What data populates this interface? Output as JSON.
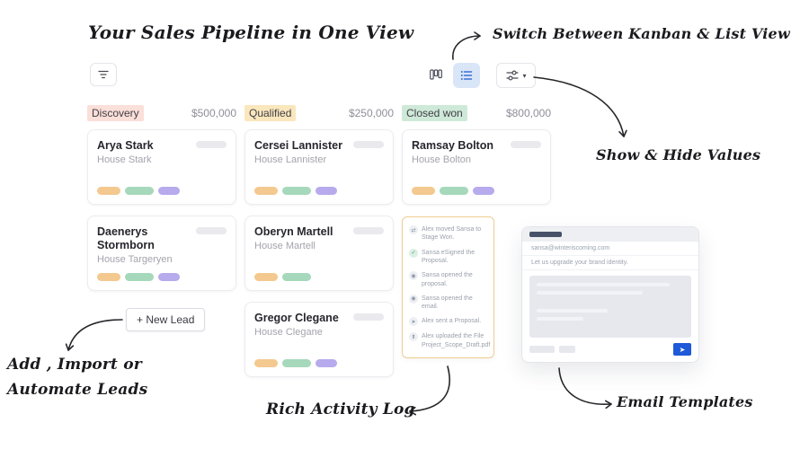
{
  "annotations": {
    "title": "Your Sales Pipeline in One View",
    "switch_view": "Switch Between Kanban & List View",
    "show_hide_values": "Show & Hide Values",
    "add_leads_line1": "Add , Import or",
    "add_leads_line2": "Automate Leads",
    "rich_activity_log": "Rich Activity Log",
    "email_templates": "Email Templates"
  },
  "colors": {
    "discovery_label_bg": "#fbdfd9",
    "qualified_label_bg": "#fbe7bd",
    "closed_won_label_bg": "#cfe9d9",
    "active_view_bg": "#d9e6f8",
    "active_view_icon": "#3a6fd8",
    "pill_orange": "#f3c98f",
    "pill_green": "#a6d8bb",
    "pill_purple": "#b7abed",
    "activity_border": "#f0cc90",
    "send_button": "#1d59d8"
  },
  "icons": {
    "caret": "▾",
    "move": "⇄",
    "check": "✓",
    "eye": "◉",
    "send": "➤",
    "file": "⬆"
  },
  "board": {
    "columns": [
      {
        "label": "Discovery",
        "value": "$500,000",
        "cards": [
          {
            "name": "Arya Stark",
            "subtitle": "House Stark"
          },
          {
            "name": "Daenerys Stormborn",
            "subtitle": "House Targeryen"
          }
        ]
      },
      {
        "label": "Qualified",
        "value": "$250,000",
        "cards": [
          {
            "name": "Cersei Lannister",
            "subtitle": "House Lannister"
          },
          {
            "name": "Oberyn Martell",
            "subtitle": "House Martell"
          },
          {
            "name": "Gregor Clegane",
            "subtitle": "House Clegane"
          }
        ]
      },
      {
        "label": "Closed won",
        "value": "$800,000",
        "cards": [
          {
            "name": "Ramsay Bolton",
            "subtitle": "House Bolton"
          }
        ]
      }
    ]
  },
  "buttons": {
    "new_lead": "+ New Lead"
  },
  "activity_log": {
    "entries": [
      {
        "icon": "move-icon",
        "text": "Alex moved Sansa to Stage Won."
      },
      {
        "icon": "esign-check-icon",
        "text": "Sansa eSigned the Proposal."
      },
      {
        "icon": "eye-icon",
        "text": "Sansa opened the proposal."
      },
      {
        "icon": "eye-icon",
        "text": "Sansa opened the email."
      },
      {
        "icon": "send-icon",
        "text": "Alex sent a Proposal."
      },
      {
        "icon": "upload-file-icon",
        "text": "Alex uploaded the File Project_Scope_Draft.pdf"
      }
    ]
  },
  "email_template": {
    "to": "sansa@winteriscoming.com",
    "subject": "Let us upgrade your brand identity."
  }
}
